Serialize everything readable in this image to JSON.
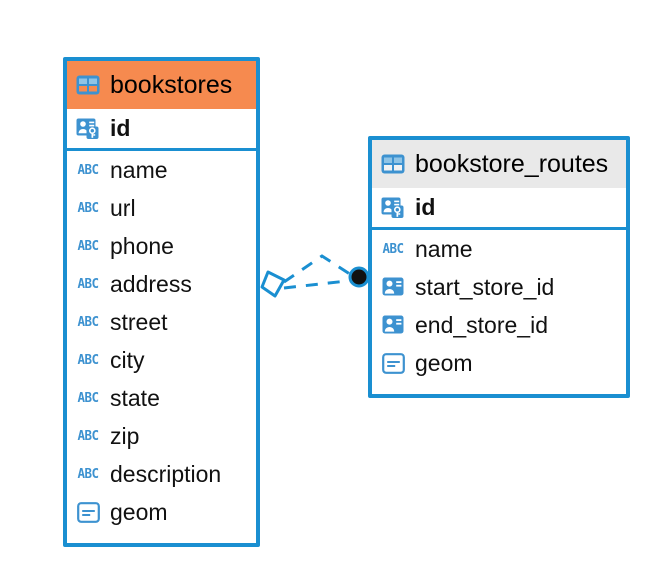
{
  "diagram": {
    "type": "entity-relationship-diagram",
    "colors": {
      "entity_border": "#1a8fd1",
      "header_accent_orange": "#f68a4f",
      "header_accent_gray": "#e9e9e9",
      "icon_blue": "#3d92d0",
      "connector_line": "#1a8fd1",
      "connector_endpoint_fill": "#111111",
      "background": "#ffffff",
      "text": "#111111"
    },
    "entities": [
      {
        "name": "bookstores",
        "header_style": "orange",
        "table_icon": "table-icon",
        "fields": [
          {
            "name": "id",
            "icon": "primary-key-icon",
            "key": "primary"
          },
          {
            "name": "name",
            "icon": "abc-text-icon",
            "key": "none"
          },
          {
            "name": "url",
            "icon": "abc-text-icon",
            "key": "none"
          },
          {
            "name": "phone",
            "icon": "abc-text-icon",
            "key": "none"
          },
          {
            "name": "address",
            "icon": "abc-text-icon",
            "key": "none"
          },
          {
            "name": "street",
            "icon": "abc-text-icon",
            "key": "none"
          },
          {
            "name": "city",
            "icon": "abc-text-icon",
            "key": "none"
          },
          {
            "name": "state",
            "icon": "abc-text-icon",
            "key": "none"
          },
          {
            "name": "zip",
            "icon": "abc-text-icon",
            "key": "none"
          },
          {
            "name": "description",
            "icon": "abc-text-icon",
            "key": "none"
          },
          {
            "name": "geom",
            "icon": "geometry-icon",
            "key": "none"
          }
        ]
      },
      {
        "name": "bookstore_routes",
        "header_style": "gray",
        "table_icon": "table-icon",
        "fields": [
          {
            "name": "id",
            "icon": "primary-key-icon",
            "key": "primary"
          },
          {
            "name": "name",
            "icon": "abc-text-icon",
            "key": "none"
          },
          {
            "name": "start_store_id",
            "icon": "foreign-key-icon",
            "key": "foreign"
          },
          {
            "name": "end_store_id",
            "icon": "foreign-key-icon",
            "key": "foreign"
          },
          {
            "name": "geom",
            "icon": "geometry-icon",
            "key": "none"
          }
        ]
      }
    ],
    "relationship": {
      "from_entity": "bookstores",
      "to_entity": "bookstore_routes",
      "line_style": "dashed",
      "source_marker": "diamond-outline-marker",
      "target_marker": "filled-circle-marker"
    },
    "icon_labels": {
      "abc": "ABC"
    }
  }
}
